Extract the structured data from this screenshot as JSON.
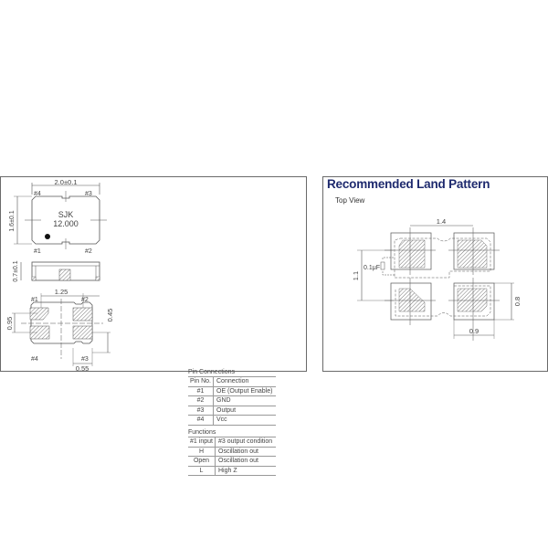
{
  "left_panel": {
    "top_view": {
      "width_dim": "2.0±0.1",
      "height_dim": "1.6±0.1",
      "marking_line1": "SJK",
      "marking_line2": "12.000",
      "pins": [
        "#1",
        "#2",
        "#3",
        "#4"
      ]
    },
    "side_view": {
      "height_dim": "0.7±0.1"
    },
    "bottom_view": {
      "pitch_h": "1.25",
      "pitch_v": "0.95",
      "pad_height": "0.45",
      "pad_width": "0.55",
      "pins": [
        "#1",
        "#2",
        "#3",
        "#4"
      ]
    },
    "pin_connections": {
      "caption": "Pin Connections",
      "headers": [
        "Pin No.",
        "Connection"
      ],
      "rows": [
        [
          "#1",
          "OE (Output Enable)"
        ],
        [
          "#2",
          "GND"
        ],
        [
          "#3",
          "Output"
        ],
        [
          "#4",
          "Vcc"
        ]
      ]
    },
    "functions": {
      "caption": "Functions",
      "headers": [
        "#1 input",
        "#3 output condition"
      ],
      "rows": [
        [
          "H",
          "Oscillation out"
        ],
        [
          "Open",
          "Oscillation out"
        ],
        [
          "L",
          "High Z"
        ]
      ]
    }
  },
  "right_panel": {
    "title": "Recommended Land Pattern",
    "subtitle": "Top View",
    "dims": {
      "pitch_h": "1.4",
      "pitch_v": "1.1",
      "pad_height": "0.8",
      "pad_width": "0.9",
      "capacitor": "0.1μF"
    },
    "title_color": "#1e2a6e"
  }
}
